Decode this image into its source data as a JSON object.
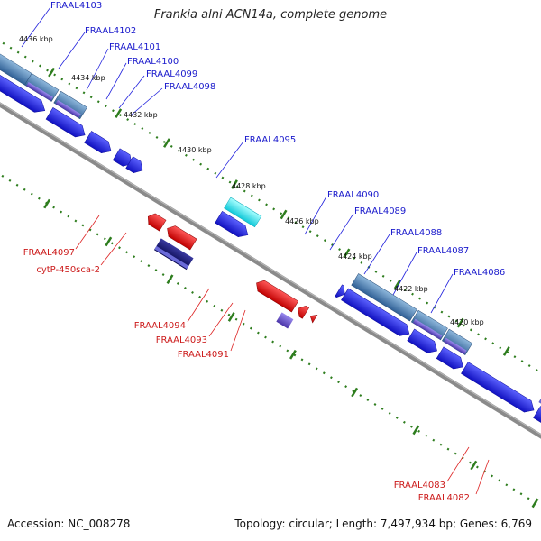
{
  "title": "Frankia alni ACN14a, complete genome",
  "accession": "Accession: NC_008278",
  "summary": "Topology: circular; Length: 7,497,934 bp; Genes: 6,769",
  "colors": {
    "backbone": "#808080",
    "tick": "#2e7d1e",
    "forward_label": "#1a1acc",
    "reverse_label": "#cc1a1a",
    "forward_cds": "#1e28e6",
    "reverse_cds": "#e61e1e",
    "gene": "#4a7db0",
    "navy": "#0d0d66",
    "cyan": "#33e0e6",
    "orange": "#ff8c00",
    "violet": "#6a50c8"
  },
  "scale_labels": [
    "4436 kbp",
    "4434 kbp",
    "4432 kbp",
    "4430 kbp",
    "4428 kbp",
    "4426 kbp",
    "4424 kbp",
    "4422 kbp",
    "4420 kbp"
  ],
  "forward_labels": [
    "FRAAL4103",
    "FRAAL4102",
    "FRAAL4101",
    "FRAAL4100",
    "FRAAL4099",
    "FRAAL4098",
    "FRAAL4095",
    "FRAAL4090",
    "FRAAL4089",
    "FRAAL4088",
    "FRAAL4087",
    "FRAAL4086"
  ],
  "reverse_labels": [
    "FRAAL4097",
    "cytP-450sca-2",
    "FRAAL4094",
    "FRAAL4093",
    "FRAAL4091",
    "FRAAL4083",
    "FRAAL4082"
  ]
}
